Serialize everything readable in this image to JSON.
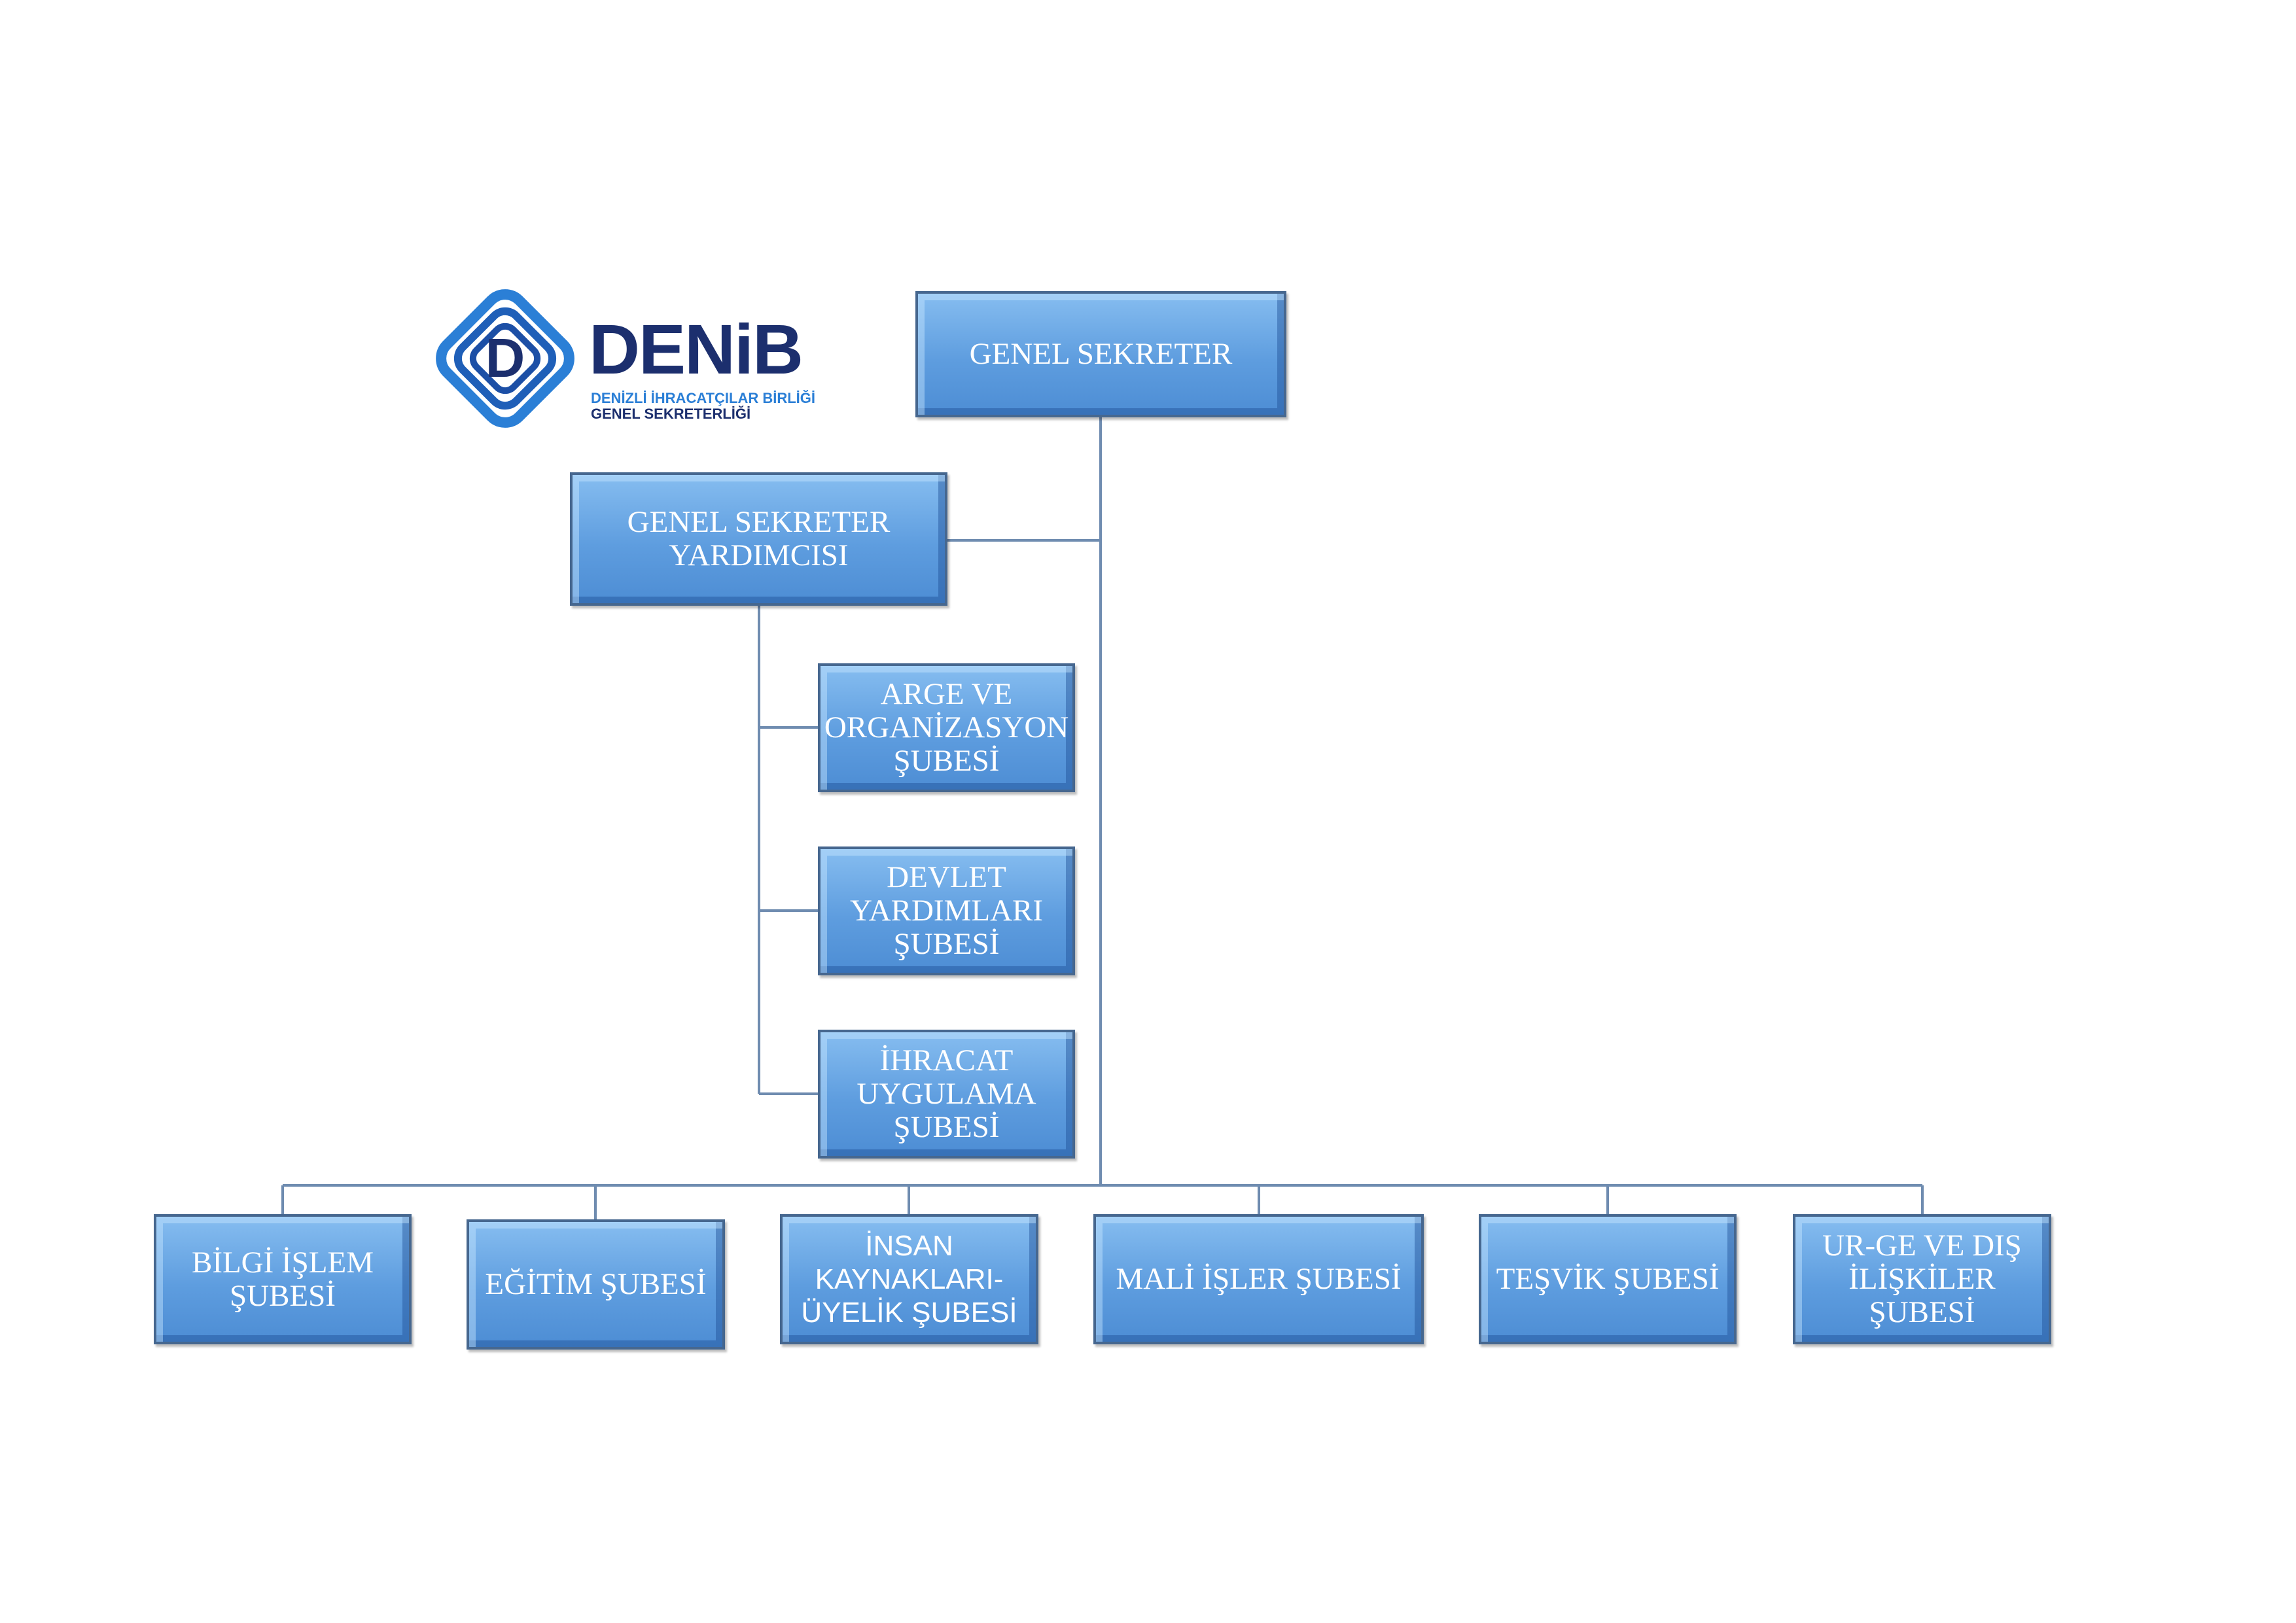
{
  "logo": {
    "word": "DENiB",
    "subtitle_line1": "DENİZLİ İHRACATÇILAR BİRLİĞİ",
    "subtitle_line2": "GENEL SEKRETERLİĞİ",
    "letter": "D"
  },
  "colors": {
    "box_fill": "#5e9ddf",
    "box_border": "#46678f",
    "connector": "#6f8cb0",
    "logo_dark": "#1c2f6e",
    "logo_light": "#2b7fd6"
  },
  "org": {
    "root": "GENEL SEKRETER",
    "deputy": "GENEL SEKRETER\nYARDIMCISI",
    "deputy_units": [
      "ARGE VE\nORGANİZASYON\nŞUBESİ",
      "DEVLET\nYARDIMLARI\nŞUBESİ",
      "İHRACAT\nUYGULAMA\nŞUBESİ"
    ],
    "units": [
      "BİLGİ İŞLEM\nŞUBESİ",
      "EĞİTİM ŞUBESİ",
      "İNSAN\nKAYNAKLARI-\nÜYELİK ŞUBESİ",
      "MALİ İŞLER ŞUBESİ",
      "TEŞVİK ŞUBESİ",
      "UR-GE VE DIŞ\nİLİŞKİLER\nŞUBESİ"
    ]
  }
}
